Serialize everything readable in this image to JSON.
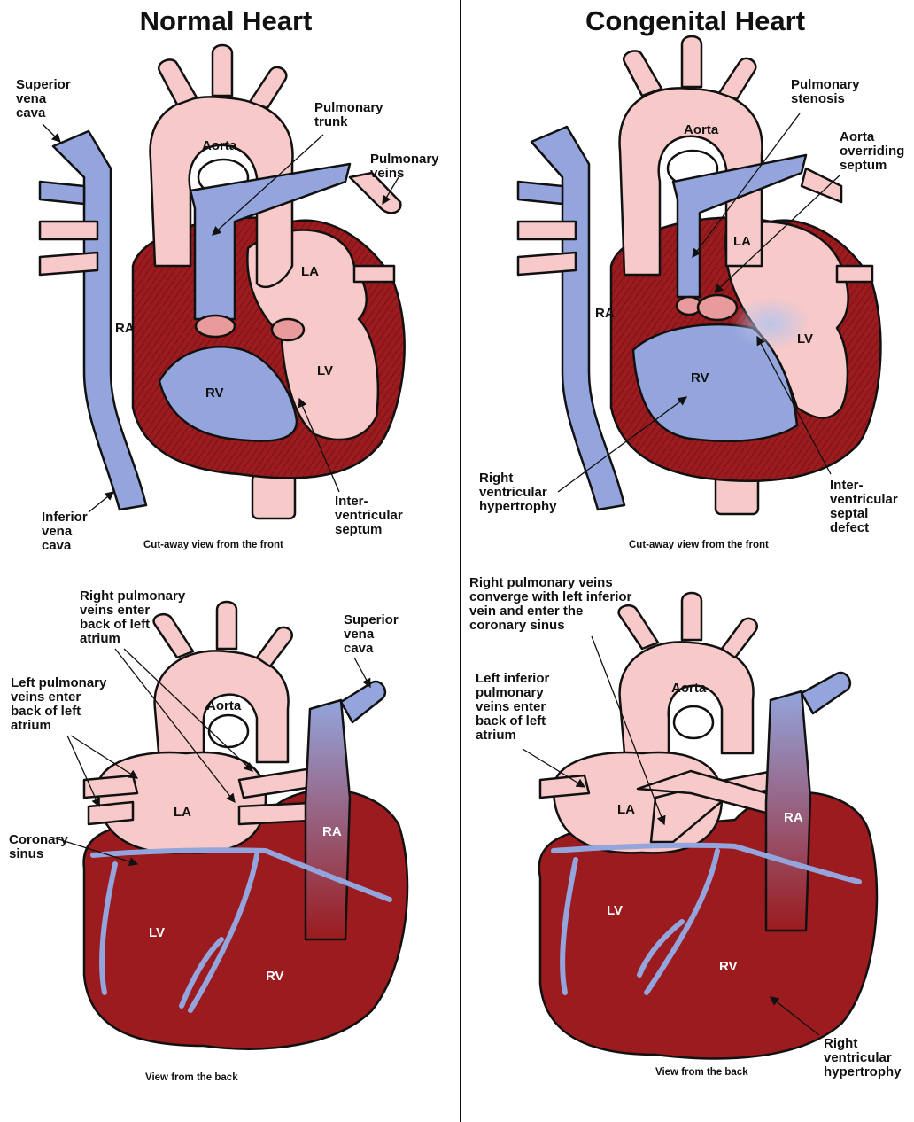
{
  "titles": {
    "left": "Normal Heart",
    "right": "Congenital Heart"
  },
  "colors": {
    "oxygenated": "#f7c9c9",
    "deoxygenated": "#93a5dc",
    "muscle": "#9b1b1f",
    "outline": "#111111"
  },
  "normal_front": {
    "labels": {
      "superior_vena_cava": "Superior\nvena\ncava",
      "pulmonary_trunk": "Pulmonary\ntrunk",
      "pulmonary_veins": "Pulmonary\nveins",
      "inferior_vena_cava": "Inferior\nvena\ncava",
      "interventricular_septum": "Inter-\nventricular\nseptum"
    },
    "chambers": {
      "aorta": "Aorta",
      "la": "LA",
      "ra": "RA",
      "rv": "RV",
      "lv": "LV"
    },
    "caption": "Cut-away view from the front"
  },
  "congenital_front": {
    "labels": {
      "pulmonary_stenosis": "Pulmonary\nstenosis",
      "aorta_overriding_septum": "Aorta\noverriding\nseptum",
      "right_ventricular_hypertrophy": "Right\nventricular\nhypertrophy",
      "interventricular_septal_defect": "Inter-\nventricular\nseptal\ndefect"
    },
    "chambers": {
      "aorta": "Aorta",
      "la": "LA",
      "ra": "RA",
      "rv": "RV",
      "lv": "LV"
    },
    "caption": "Cut-away view from the front"
  },
  "normal_back": {
    "labels": {
      "right_pulmonary_veins": "Right pulmonary\nveins enter\nback of left\natrium",
      "superior_vena_cava": "Superior\nvena\ncava",
      "left_pulmonary_veins": "Left pulmonary\nveins enter\nback of left\natrium",
      "coronary_sinus": "Coronary\nsinus"
    },
    "chambers": {
      "aorta": "Aorta",
      "la": "LA",
      "ra": "RA",
      "lv": "LV",
      "rv": "RV"
    },
    "caption": "View from the back"
  },
  "congenital_back": {
    "labels": {
      "right_pulmonary_veins_converge": "Right pulmonary veins\nconverge with left inferior\nvein and enter the\ncoronary sinus",
      "left_inferior_pulmonary_veins": "Left inferior\npulmonary\nveins enter\nback of left\natrium",
      "right_ventricular_hypertrophy": "Right\nventricular\nhypertrophy"
    },
    "chambers": {
      "aorta": "Aorta",
      "la": "LA",
      "ra": "RA",
      "lv": "LV",
      "rv": "RV"
    },
    "caption": "View from the back"
  }
}
